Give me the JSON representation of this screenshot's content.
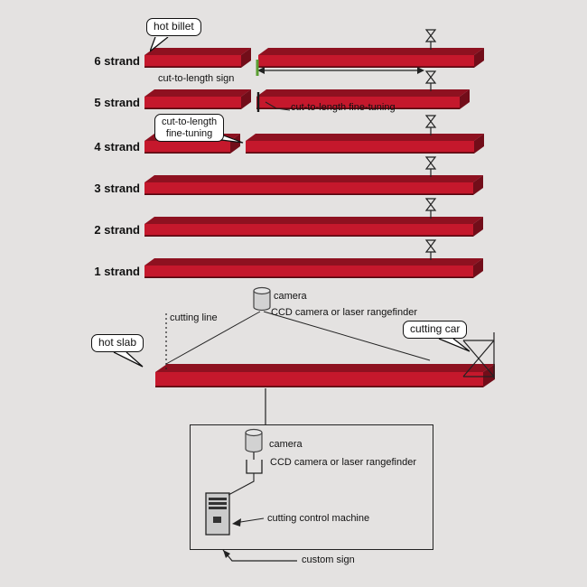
{
  "colors": {
    "background": "#e4e2e1",
    "bar_front": "#c5182c",
    "bar_top": "#8e1120",
    "bar_side": "#720d19",
    "bar_shadow": "#55060f",
    "green_mark": "#5a9e33",
    "line": "#222222"
  },
  "strands": [
    {
      "label": "6 strand"
    },
    {
      "label": "5 strand"
    },
    {
      "label": "4 strand"
    },
    {
      "label": "3 strand"
    },
    {
      "label": "2 strand"
    },
    {
      "label": "1 strand"
    }
  ],
  "callouts": {
    "hot_billet": "hot billet",
    "fine_tuning_line1": "cut-to-length",
    "fine_tuning_line2": "fine-tuning",
    "hot_slab": "hot slab",
    "cutting_car": "cutting car"
  },
  "annotations": {
    "cut_to_length_sign": "cut-to-length sign",
    "fine_tuning_inline": "cut-to-length fine-tuning",
    "cutting_line": "cutting line",
    "camera_mid": "camera",
    "ccd_mid": "CCD camera or laser rangefinder",
    "camera_box": "camera",
    "ccd_box": "CCD camera or laser rangefinder",
    "cutting_control_machine": "cutting control machine",
    "custom_sign": "custom sign"
  },
  "icons": {
    "cutter": "hourglass-torch",
    "camera": "cylinder",
    "cutting_car": "x-brace-frame",
    "control_machine": "striped-tower"
  }
}
